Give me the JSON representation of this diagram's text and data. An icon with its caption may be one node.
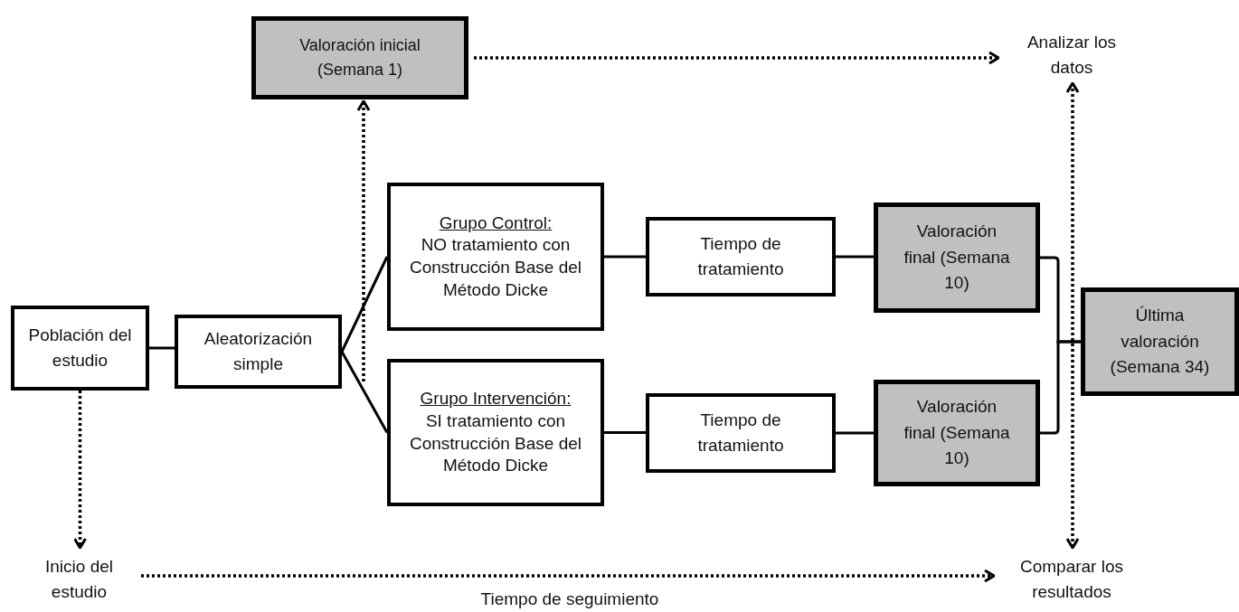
{
  "diagram": {
    "nodes": [
      {
        "text": [
          "Valoración inicial (Semana 1)"
        ]
      },
      {
        "text": [
          "Analizar los datos"
        ]
      },
      {
        "text": [
          "Población del estudio"
        ]
      },
      {
        "text": [
          "Aleatorización simple"
        ]
      },
      {
        "text": [
          "Grupo Control:",
          "NO tratamiento con Construcción Base del Método Dicke"
        ]
      },
      {
        "text": [
          "Grupo Intervención:",
          "SI tratamiento con Construcción Base del Método Dicke"
        ]
      },
      {
        "text": [
          "Tiempo de tratamiento"
        ]
      },
      {
        "text": [
          "Tiempo de tratamiento"
        ]
      },
      {
        "text": [
          "Valoración final (Semana 10)"
        ]
      },
      {
        "text": [
          "Valoración final (Semana 10)"
        ]
      },
      {
        "text": [
          "Última valoración (Semana 34)"
        ]
      },
      {
        "text": [
          "Inicio del estudio"
        ]
      },
      {
        "text": [
          "Comparar los resultados"
        ]
      }
    ],
    "edges": [
      {
        "from": 0,
        "to": 1,
        "arrow": "to",
        "style": "dashed"
      },
      {
        "from": 2,
        "to": 3,
        "arrow": "none"
      },
      {
        "from": 3,
        "to": 4,
        "arrow": "none"
      },
      {
        "from": 3,
        "to": 5,
        "arrow": "none"
      },
      {
        "from": 4,
        "to": 6,
        "arrow": "none"
      },
      {
        "from": 5,
        "to": 7,
        "arrow": "none"
      },
      {
        "from": 6,
        "to": 8,
        "arrow": "none"
      },
      {
        "from": 7,
        "to": 9,
        "arrow": "none"
      },
      {
        "from": 8,
        "to": 10,
        "arrow": "none"
      },
      {
        "from": 9,
        "to": 10,
        "arrow": "none"
      },
      {
        "from": null,
        "to": 0,
        "arrow": "to",
        "style": "dashed"
      },
      {
        "from": 1,
        "to": 12,
        "arrow": "both",
        "style": "dashed"
      },
      {
        "from": 2,
        "to": 11,
        "arrow": "to",
        "style": "dashed"
      },
      {
        "from": 11,
        "to": 12,
        "arrow": "to",
        "style": "dashed",
        "label": "Tiempo de seguimiento"
      }
    ]
  }
}
